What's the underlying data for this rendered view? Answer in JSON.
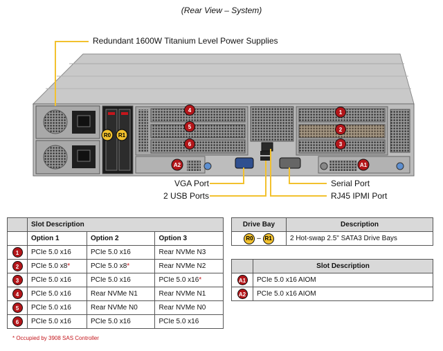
{
  "title": "(Rear View – System)",
  "callouts": {
    "psu": "Redundant 1600W Titanium Level Power Supplies",
    "vga": "VGA Port",
    "usb": "2 USB Ports",
    "serial": "Serial Port",
    "rj45": "RJ45 IPMI Port"
  },
  "markers": {
    "r0": "R0",
    "r1": "R1",
    "s1": "1",
    "s2": "2",
    "s3": "3",
    "s4": "4",
    "s5": "5",
    "s6": "6",
    "a1": "A1",
    "a2": "A2"
  },
  "slot_table": {
    "header": "Slot Description",
    "columns": [
      "Option 1",
      "Option 2",
      "Option 3"
    ],
    "rows": [
      {
        "id": "1",
        "o1": "PCIe 5.0 x16",
        "o1s": "",
        "o2": "PCIe 5.0 x16",
        "o2s": "",
        "o3": "Rear NVMe N3",
        "o3s": ""
      },
      {
        "id": "2",
        "o1": "PCIe 5.0 x8",
        "o1s": "*",
        "o2": "PCIe 5.0 x8",
        "o2s": "*",
        "o3": "Rear NVMe N2",
        "o3s": ""
      },
      {
        "id": "3",
        "o1": "PCIe 5.0 x16",
        "o1s": "",
        "o2": "PCIe 5.0 x16",
        "o2s": "",
        "o3": "PCIe 5.0 x16",
        "o3s": "*"
      },
      {
        "id": "4",
        "o1": "PCIe 5.0 x16",
        "o1s": "",
        "o2": "Rear NVMe N1",
        "o2s": "",
        "o3": "Rear NVMe N1",
        "o3s": ""
      },
      {
        "id": "5",
        "o1": "PCIe 5.0 x16",
        "o1s": "",
        "o2": "Rear NVMe N0",
        "o2s": "",
        "o3": "Rear NVMe N0",
        "o3s": ""
      },
      {
        "id": "6",
        "o1": "PCIe 5.0 x16",
        "o1s": "",
        "o2": "PCIe 5.0 x16",
        "o2s": "",
        "o3": "PCIe 5.0 x16",
        "o3s": ""
      }
    ]
  },
  "drive_table": {
    "col1": "Drive Bay",
    "col2": "Description",
    "r0": "R0",
    "dash": "–",
    "r1": "R1",
    "desc": "2 Hot-swap 2.5\" SATA3 Drive Bays"
  },
  "aiom_table": {
    "header": "Slot Description",
    "rows": [
      {
        "id": "A1",
        "desc": "PCIe 5.0 x16 AIOM"
      },
      {
        "id": "A2",
        "desc": "PCIe 5.0 x16 AIOM"
      }
    ]
  },
  "footnote": "* Occupied by 3908 SAS Controller",
  "colors": {
    "callout_line": "#f2c12e",
    "marker_red": "#b3161a",
    "marker_yellow": "#f2c12e"
  }
}
